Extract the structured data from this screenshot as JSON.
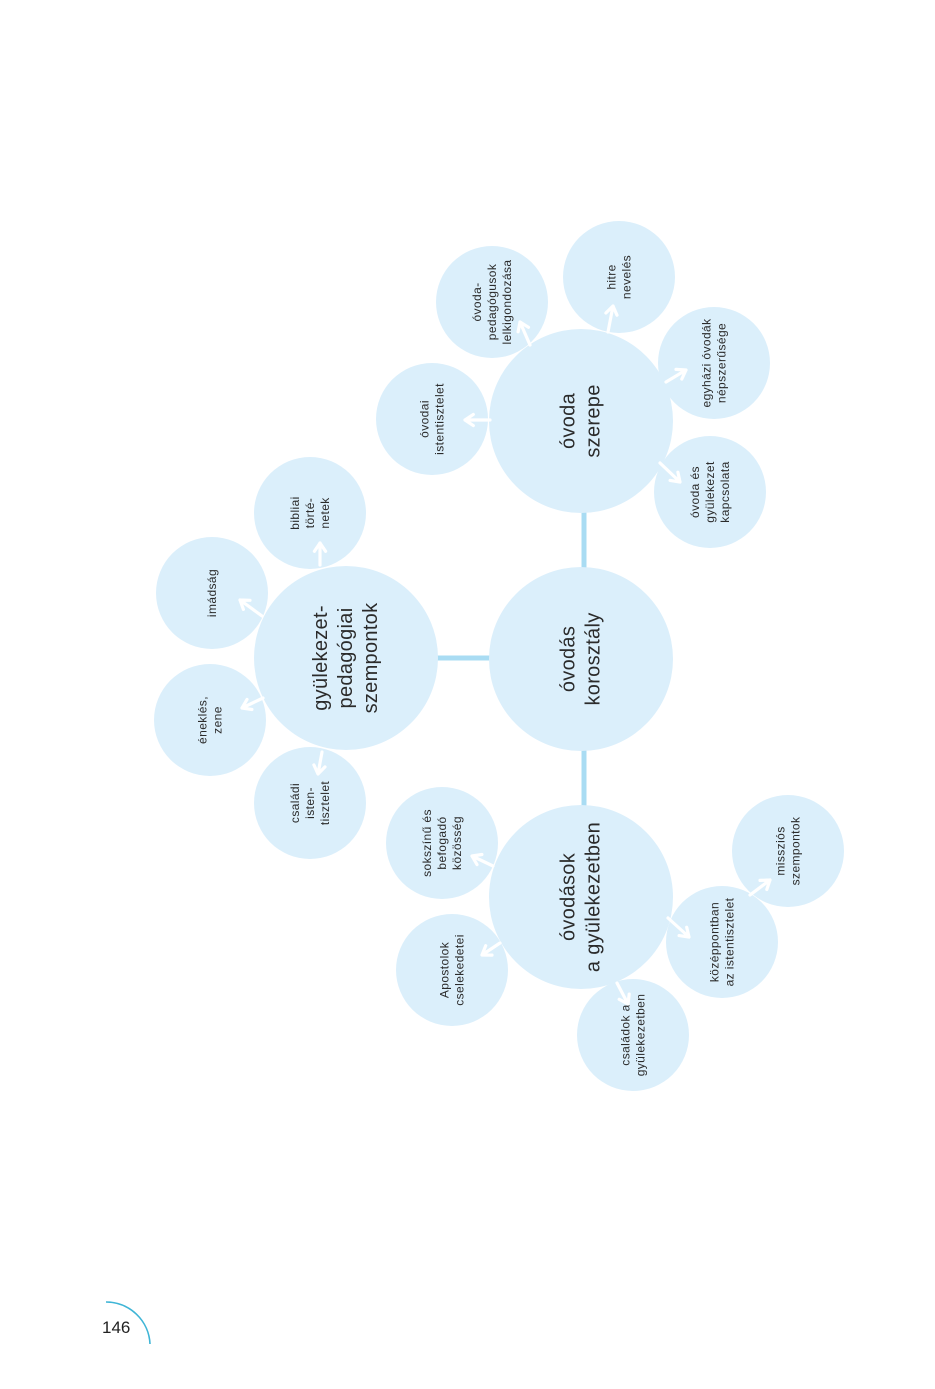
{
  "colors": {
    "bubble": "#dbeffb",
    "connector": "#a9dcf3",
    "arrow": "#ffffff",
    "page_arc": "#3fb5d6"
  },
  "diagram": {
    "center": {
      "lines": [
        "óvodás",
        "korosztály"
      ]
    },
    "branches": {
      "gyulekezet": {
        "lines": [
          "gyülekezet-",
          "pedagógiai",
          "szempontok"
        ]
      },
      "szerepe": {
        "lines": [
          "óvoda",
          "szerepe"
        ]
      },
      "ovodasok": {
        "lines": [
          "óvodások",
          "a gyülekezetben"
        ]
      }
    },
    "leaves": {
      "imadsag": {
        "lines": [
          "imádság"
        ]
      },
      "bibliai": {
        "lines": [
          "bibliai",
          "törté-",
          "netek"
        ]
      },
      "enekles": {
        "lines": [
          "éneklés,",
          "zene"
        ]
      },
      "csaladi_isten": {
        "lines": [
          "családi",
          "isten-",
          "tisztelet"
        ]
      },
      "ovodai_isten": {
        "lines": [
          "óvodai",
          "istentisztelet"
        ]
      },
      "lelkigondozas": {
        "lines": [
          "óvoda-",
          "pedagógusok",
          "lelkigondozása"
        ]
      },
      "hitre": {
        "lines": [
          "hitre",
          "nevelés"
        ]
      },
      "nepszeruseg": {
        "lines": [
          "egyházi óvodák",
          "népszerűsége"
        ]
      },
      "kapcsolata": {
        "lines": [
          "óvoda és",
          "gyülekezet",
          "kapcsolata"
        ]
      },
      "sokszinu": {
        "lines": [
          "sokszínű és",
          "befogadó",
          "közösség"
        ]
      },
      "apostolok": {
        "lines": [
          "Apostolok",
          "cselekedetei"
        ]
      },
      "csaladok": {
        "lines": [
          "családok a",
          "gyülekezetben"
        ]
      },
      "kozeppontban": {
        "lines": [
          "középpontban",
          "az istentisztelet"
        ]
      },
      "misszios": {
        "lines": [
          "missziós",
          "szempontok"
        ]
      }
    }
  },
  "footer": {
    "page_number": "146"
  }
}
